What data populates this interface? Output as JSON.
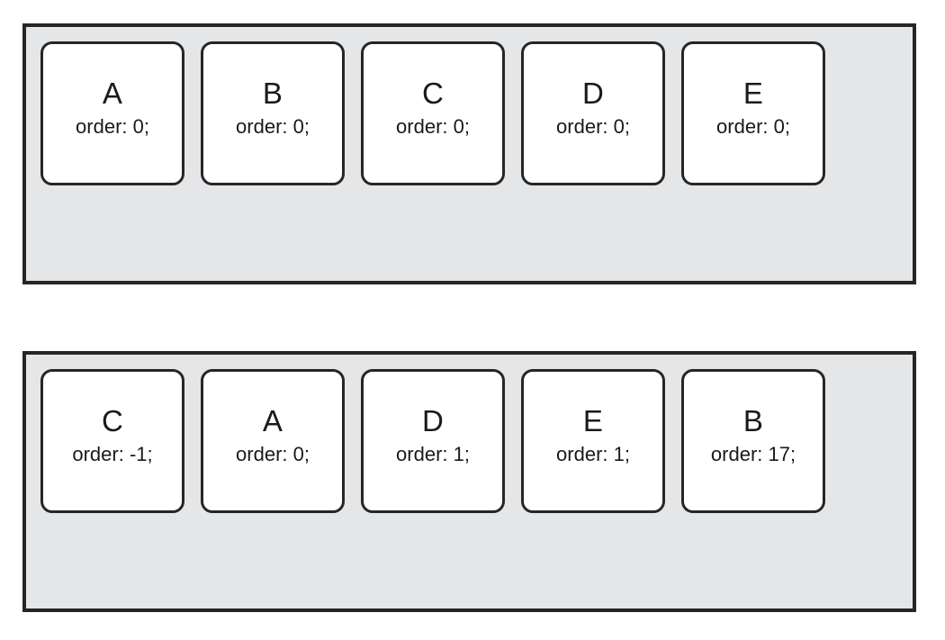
{
  "figure": {
    "title": "CSS flexbox order property illustration",
    "background_color": "#ffffff",
    "container_background_color": "#e4e6e8",
    "container_border_color": "#262626",
    "card_background_color": "#ffffff",
    "card_border_color": "#262626",
    "text_color": "#1a1a1a"
  },
  "rows": [
    {
      "name": "source-order-row",
      "items": [
        {
          "letter": "A",
          "order": "order: 0;"
        },
        {
          "letter": "B",
          "order": "order: 0;"
        },
        {
          "letter": "C",
          "order": "order: 0;"
        },
        {
          "letter": "D",
          "order": "order: 0;"
        },
        {
          "letter": "E",
          "order": "order: 0;"
        }
      ]
    },
    {
      "name": "reordered-row",
      "items": [
        {
          "letter": "C",
          "order": "order: -1;"
        },
        {
          "letter": "A",
          "order": "order: 0;"
        },
        {
          "letter": "D",
          "order": "order: 1;"
        },
        {
          "letter": "E",
          "order": "order: 1;"
        },
        {
          "letter": "B",
          "order": "order: 17;"
        }
      ]
    }
  ]
}
